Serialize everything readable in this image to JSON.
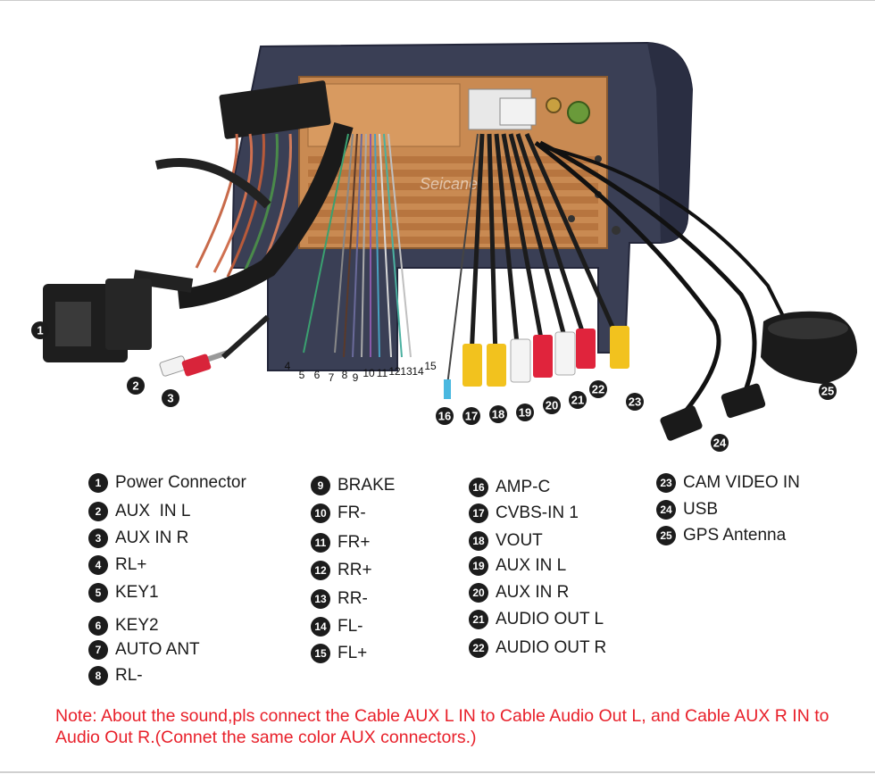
{
  "watermark": "Seicane",
  "legend": [
    {
      "num": "1",
      "label": "Power Connector"
    },
    {
      "num": "2",
      "label": "AUX  IN L"
    },
    {
      "num": "3",
      "label": "AUX IN R"
    },
    {
      "num": "4",
      "label": "RL+"
    },
    {
      "num": "5",
      "label": "KEY1"
    },
    {
      "num": "6",
      "label": "KEY2"
    },
    {
      "num": "7",
      "label": "AUTO ANT"
    },
    {
      "num": "8",
      "label": "RL-"
    },
    {
      "num": "9",
      "label": "BRAKE"
    },
    {
      "num": "10",
      "label": "FR-"
    },
    {
      "num": "11",
      "label": "FR+"
    },
    {
      "num": "12",
      "label": "RR+"
    },
    {
      "num": "13",
      "label": "RR-"
    },
    {
      "num": "14",
      "label": "FL-"
    },
    {
      "num": "15",
      "label": "FL+"
    },
    {
      "num": "16",
      "label": "AMP-C"
    },
    {
      "num": "17",
      "label": "CVBS-IN 1"
    },
    {
      "num": "18",
      "label": "VOUT"
    },
    {
      "num": "19",
      "label": "AUX IN L"
    },
    {
      "num": "20",
      "label": "AUX IN R"
    },
    {
      "num": "21",
      "label": "AUDIO OUT L"
    },
    {
      "num": "22",
      "label": "AUDIO OUT R"
    },
    {
      "num": "23",
      "label": "CAM VIDEO IN"
    },
    {
      "num": "24",
      "label": "USB"
    },
    {
      "num": "25",
      "label": "GPS Antenna"
    }
  ],
  "pin_labels": [
    "4",
    "5",
    "6",
    "7",
    "8",
    "9",
    "10",
    "11",
    "12",
    "13",
    "14",
    "15"
  ],
  "note": "Note: About the sound,pls connect the Cable AUX L IN to Cable Audio Out L, and Cable AUX R IN to Audio Out R.(Connet the same color AUX connectors.)"
}
